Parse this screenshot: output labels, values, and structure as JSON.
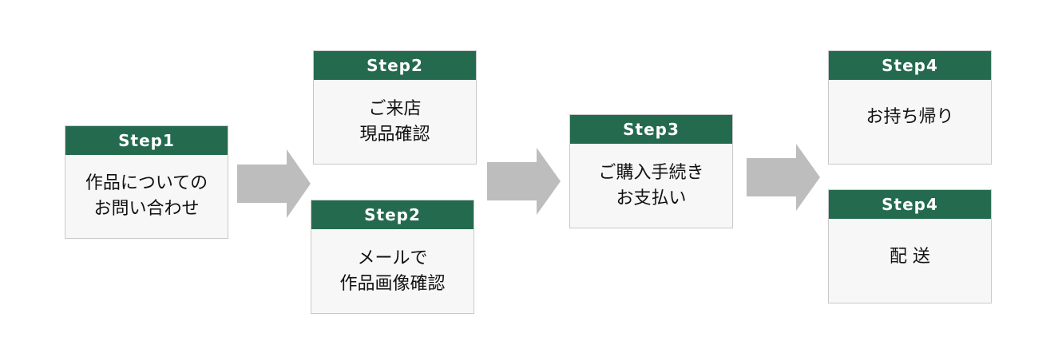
{
  "steps": [
    {
      "header": "Step1",
      "lines": [
        "作品についての",
        "お問い合わせ"
      ]
    },
    {
      "header": "Step2",
      "lines": [
        "ご来店",
        "現品確認"
      ]
    },
    {
      "header": "Step2",
      "lines": [
        "メールで",
        "作品画像確認"
      ]
    },
    {
      "header": "Step3",
      "lines": [
        "ご購入手続き",
        "お支払い"
      ]
    },
    {
      "header": "Step4",
      "lines": [
        "お持ち帰り"
      ]
    },
    {
      "header": "Step4",
      "lines": [
        "配 送"
      ]
    }
  ],
  "colors": {
    "header_bg": "#246a4e",
    "box_bg": "#f7f7f7",
    "arrow": "#bdbdbd"
  }
}
